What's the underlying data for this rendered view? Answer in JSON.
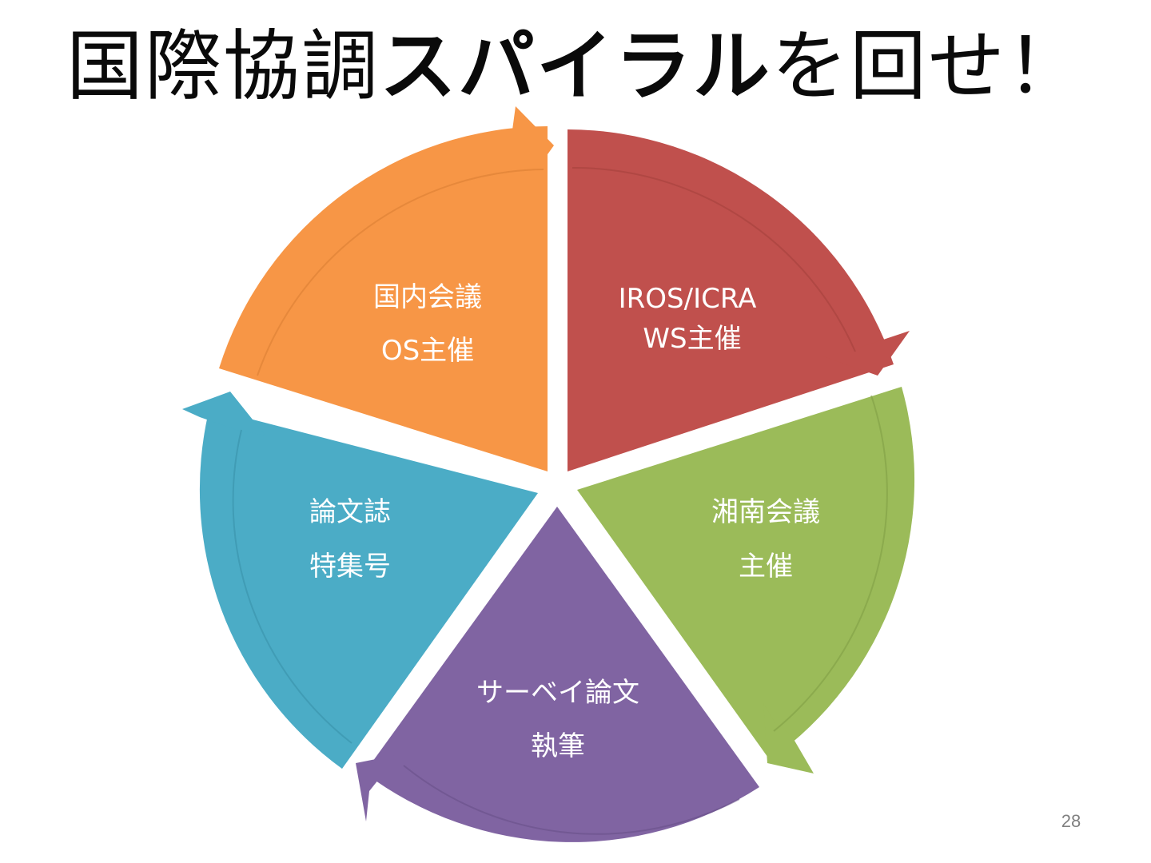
{
  "title": {
    "prefix": "国際協調",
    "emphasis": "スパイラル",
    "suffix": "を回せ！"
  },
  "segments": [
    {
      "id": "domestic",
      "line1": "国内会議",
      "line2": "OS主催",
      "color": "#F79646",
      "dark": "#D97E33"
    },
    {
      "id": "iros",
      "line1": "IROS/ICRA",
      "line2": "WS主催",
      "color": "#C0504D",
      "dark": "#A33F3C"
    },
    {
      "id": "shonan",
      "line1": "湘南会議",
      "line2": "主催",
      "color": "#9BBB59",
      "dark": "#7E9C43"
    },
    {
      "id": "survey",
      "line1": "サーベイ論文",
      "line2": "執筆",
      "color": "#8064A2",
      "dark": "#664E86"
    },
    {
      "id": "journal",
      "line1": "論文誌",
      "line2": "特集号",
      "color": "#4BACC6",
      "dark": "#3890A8"
    }
  ],
  "page_number": "28"
}
